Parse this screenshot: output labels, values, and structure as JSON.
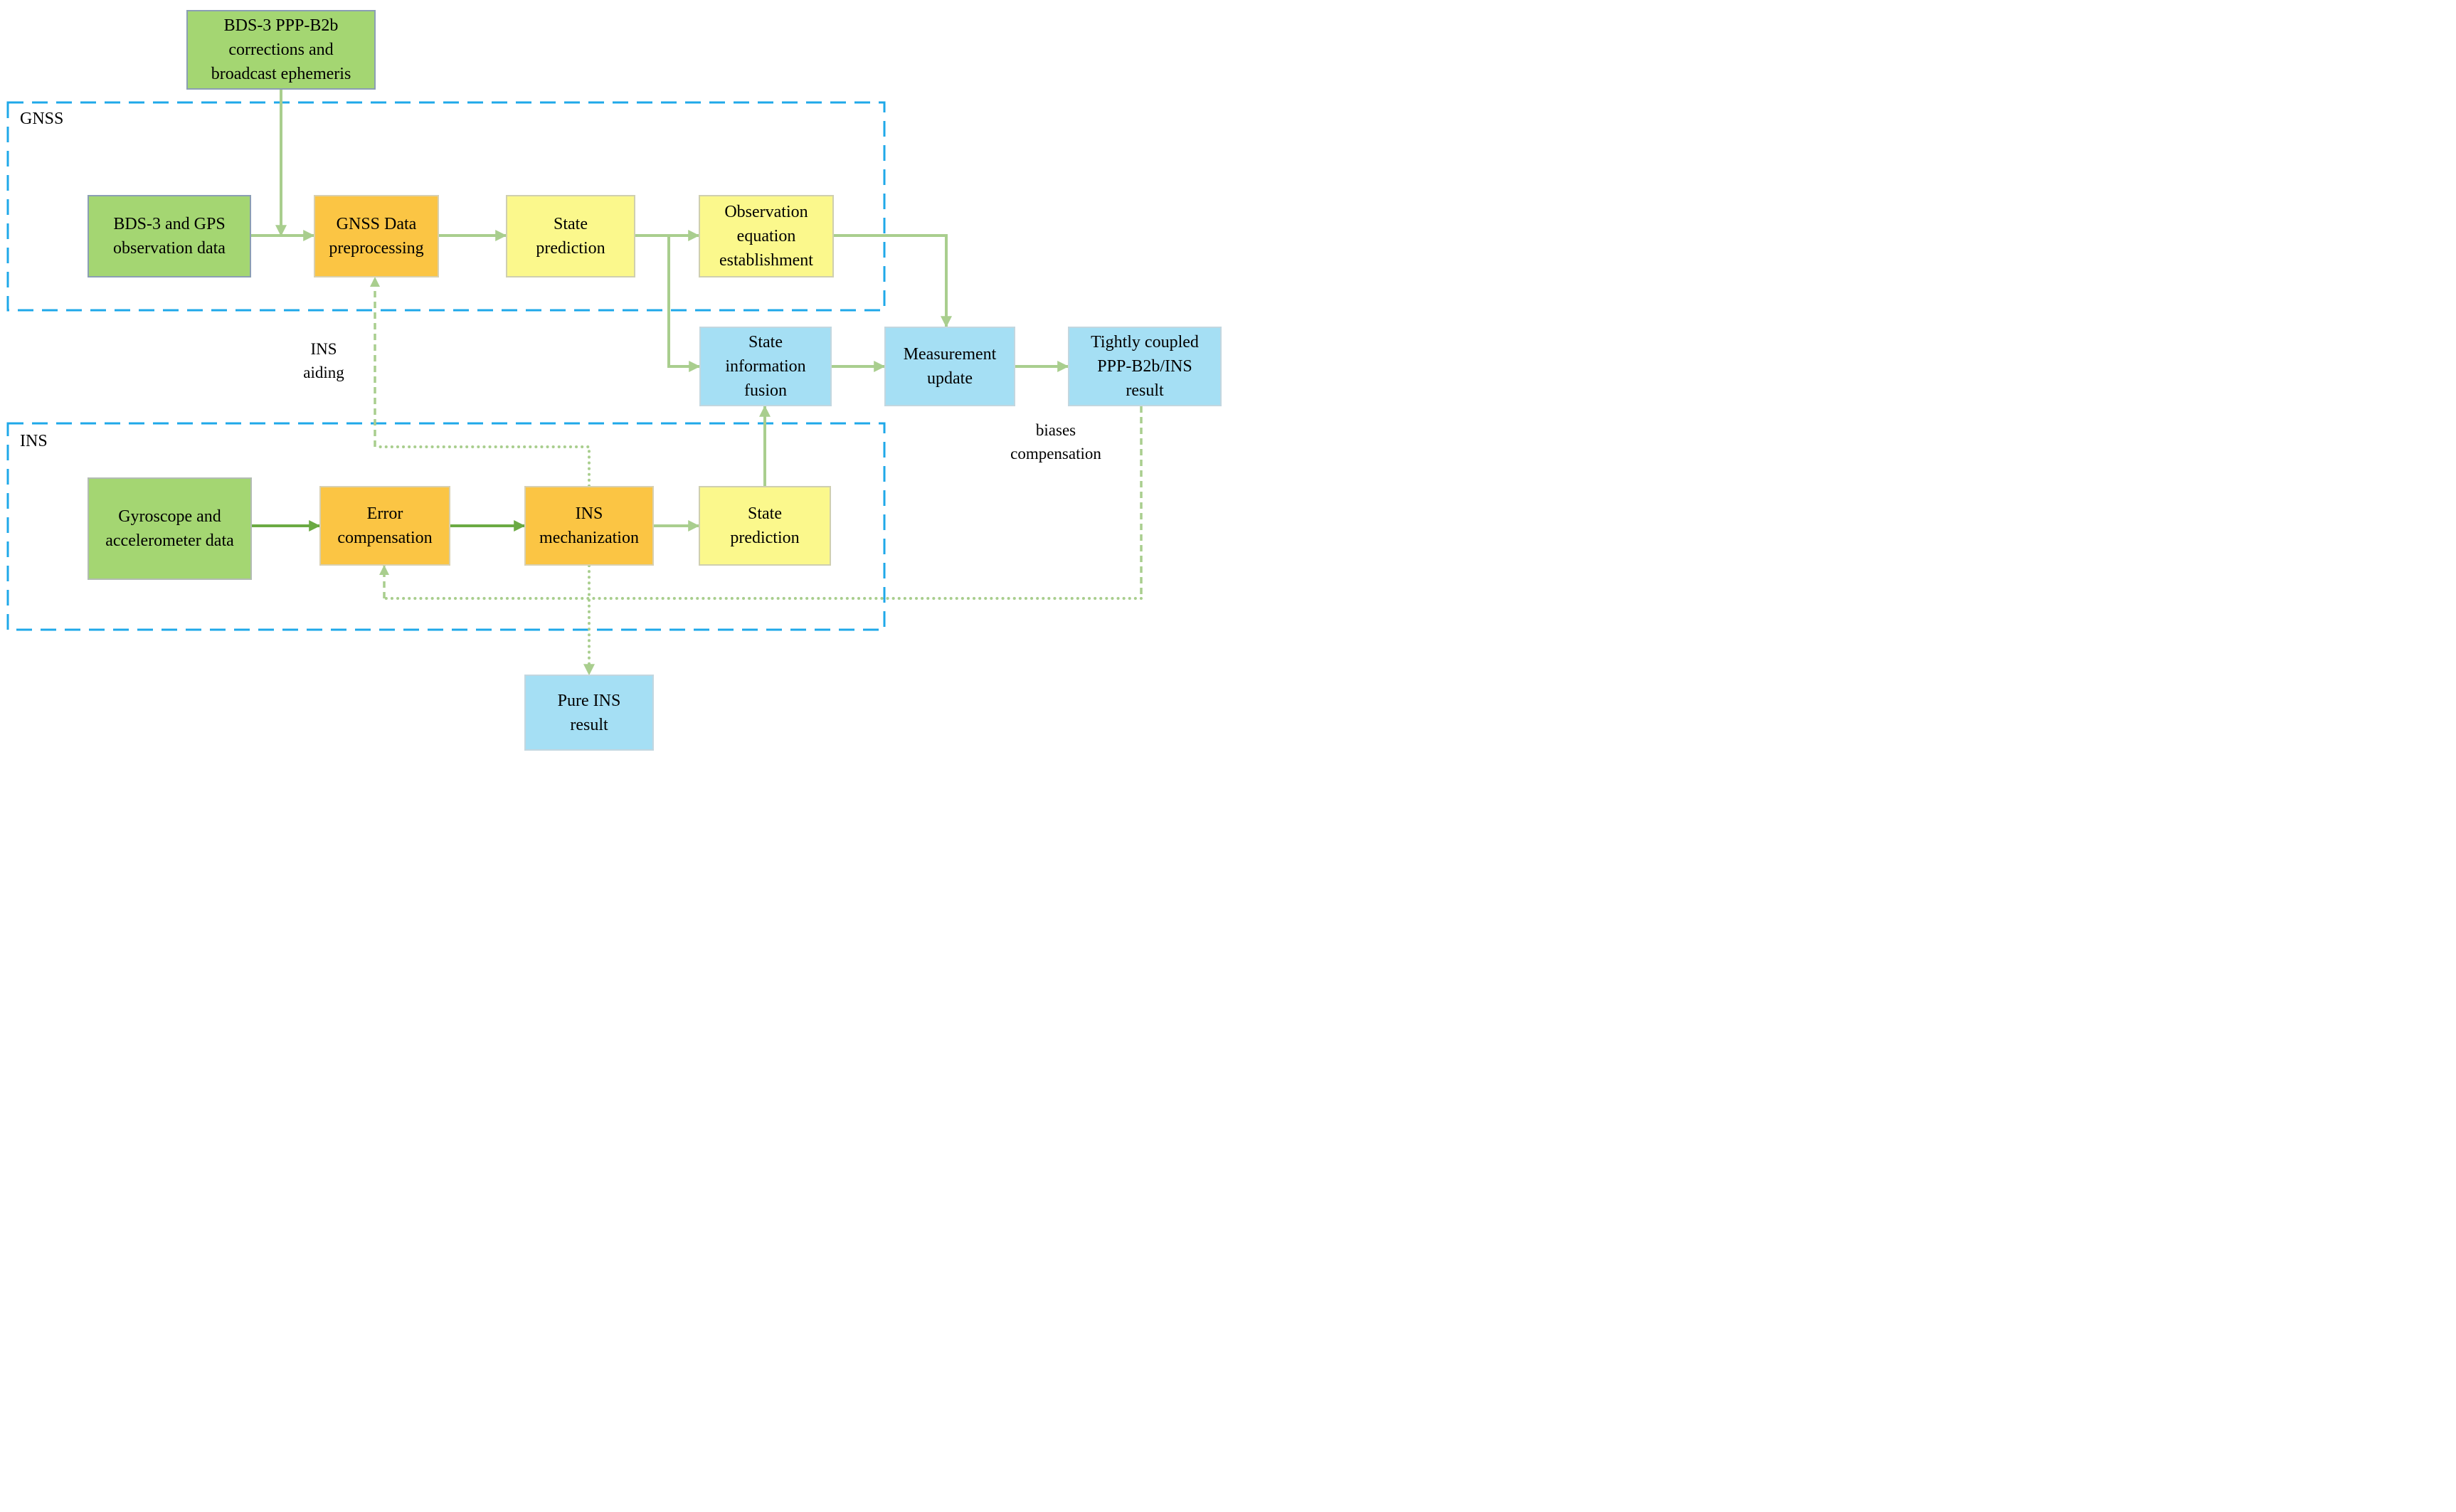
{
  "containers": {
    "gnss": {
      "label": "GNSS"
    },
    "ins": {
      "label": "INS"
    }
  },
  "nodes": {
    "ppp_corrections": {
      "label": "BDS-3 PPP-B2b\ncorrections and\nbroadcast ephemeris",
      "color": "green"
    },
    "gnss_obs": {
      "label": "BDS-3 and GPS\nobservation data",
      "color": "green"
    },
    "gnss_preprocessing": {
      "label": "GNSS Data\npreprocessing",
      "color": "orange"
    },
    "gnss_state_prediction": {
      "label": "State\nprediction",
      "color": "yellow"
    },
    "obs_equation": {
      "label": "Observation\nequation\nestablishment",
      "color": "yellow"
    },
    "state_info_fusion": {
      "label": "State\ninformation\nfusion",
      "color": "blue"
    },
    "measurement_update": {
      "label": "Measurement\nupdate",
      "color": "blue"
    },
    "tightly_coupled_result": {
      "label": "Tightly coupled\nPPP-B2b/INS\nresult",
      "color": "blue"
    },
    "gyro_accel": {
      "label": "Gyroscope and\naccelerometer data",
      "color": "green"
    },
    "error_compensation": {
      "label": "Error\ncompensation",
      "color": "orange"
    },
    "ins_mechanization": {
      "label": "INS\nmechanization",
      "color": "orange"
    },
    "ins_state_prediction": {
      "label": "State\nprediction",
      "color": "yellow"
    },
    "pure_ins_result": {
      "label": "Pure INS\nresult",
      "color": "blue"
    }
  },
  "annotations": {
    "ins_aiding": {
      "label": "INS\naiding"
    },
    "biases_compensation": {
      "label": "biases\ncompensation"
    }
  },
  "edges": [
    {
      "from": "bds3-ppp-b2b-corrections",
      "to": "gnss-data-preprocessing",
      "style": "solid",
      "color": "light"
    },
    {
      "from": "bds3-gps-observation-data",
      "to": "gnss-data-preprocessing",
      "style": "solid",
      "color": "light"
    },
    {
      "from": "gnss-data-preprocessing",
      "to": "gnss-state-prediction",
      "style": "solid",
      "color": "light"
    },
    {
      "from": "gnss-state-prediction",
      "to": "observation-equation-establishment",
      "style": "solid",
      "color": "light"
    },
    {
      "from": "gnss-state-prediction",
      "to": "state-information-fusion",
      "style": "solid",
      "color": "light"
    },
    {
      "from": "observation-equation-establishment",
      "to": "measurement-update",
      "style": "solid",
      "color": "light"
    },
    {
      "from": "state-information-fusion",
      "to": "measurement-update",
      "style": "solid",
      "color": "light"
    },
    {
      "from": "measurement-update",
      "to": "tightly-coupled-result",
      "style": "solid",
      "color": "light"
    },
    {
      "from": "gyroscope-accelerometer-data",
      "to": "error-compensation",
      "style": "solid",
      "color": "dark"
    },
    {
      "from": "error-compensation",
      "to": "ins-mechanization",
      "style": "solid",
      "color": "dark"
    },
    {
      "from": "ins-mechanization",
      "to": "ins-state-prediction",
      "style": "solid",
      "color": "light"
    },
    {
      "from": "ins-state-prediction",
      "to": "state-information-fusion",
      "style": "solid",
      "color": "light"
    },
    {
      "from": "ins-mechanization",
      "to": "gnss-data-preprocessing",
      "style": "dashed",
      "color": "light",
      "label": "INS aiding"
    },
    {
      "from": "ins-mechanization",
      "to": "pure-ins-result",
      "style": "dashed",
      "color": "light"
    },
    {
      "from": "tightly-coupled-result",
      "to": "error-compensation",
      "style": "dashed",
      "color": "light",
      "label": "biases compensation"
    }
  ],
  "colors": {
    "arrow_light": "#A9CE8E",
    "arrow_dark": "#6BAA43",
    "container_border": "#1FA8E9",
    "green_fill": "#A4D672",
    "green_border": "#8B9EB4",
    "gyro_border": "#B2BCB2",
    "orange_fill": "#FBC544",
    "orange_border": "#D8D0B0",
    "yellow_fill": "#FBF88C",
    "yellow_border": "#CFCFB0",
    "blue_fill": "#A5DFF4",
    "blue_border": "#C2D7E0",
    "text": "#000000",
    "background": "#FFFFFF"
  }
}
